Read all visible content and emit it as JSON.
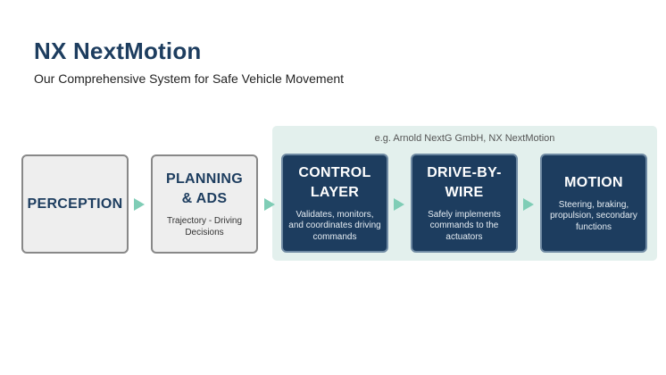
{
  "header": {
    "title": "NX NextMotion",
    "subtitle": "Our Comprehensive System for Safe Vehicle Movement"
  },
  "highlight_group": {
    "label": "e.g. Arnold NextG GmbH, NX NextMotion"
  },
  "boxes": [
    {
      "heading": "PERCEPTION",
      "description": ""
    },
    {
      "heading": "PLANNING & ADS",
      "description": "Trajectory - Driving Decisions"
    },
    {
      "heading": "CONTROL LAYER",
      "description": "Validates, monitors, and coordinates driving commands"
    },
    {
      "heading": "DRIVE-BY-WIRE",
      "description": "Safely implements commands to the actuators"
    },
    {
      "heading": "MOTION",
      "description": "Steering, braking, propulsion, secondary functions"
    }
  ],
  "colors": {
    "title": "#1d3d5f",
    "dark_box": "#1d3d5f",
    "light_box": "#eeeeee",
    "highlight_background": "#e3f0ed",
    "arrow": "#7fcdb6"
  }
}
